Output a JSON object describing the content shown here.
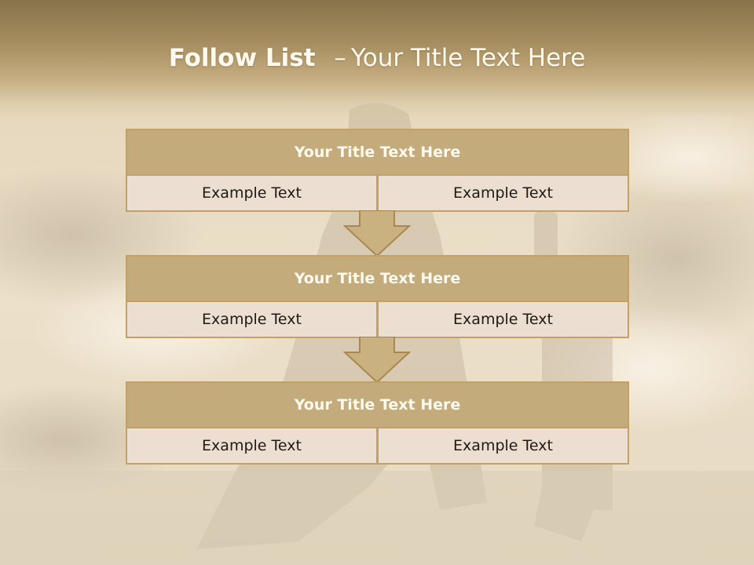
{
  "header": {
    "title_bold": "Follow List",
    "title_dash": "–",
    "title_rest": "Your Title Text Here"
  },
  "blocks": [
    {
      "title": "Your Title Text Here",
      "left": "Example Text",
      "right": "Example Text"
    },
    {
      "title": "Your Title Text Here",
      "left": "Example Text",
      "right": "Example Text"
    },
    {
      "title": "Your Title Text Here",
      "left": "Example Text",
      "right": "Example Text"
    }
  ],
  "colors": {
    "header": "#a48c5e",
    "block_border": "#c2a066",
    "block_title_bg": "#c4ac7e",
    "cell_bg": "#eee2d6",
    "arrow": "#c9b07c"
  }
}
